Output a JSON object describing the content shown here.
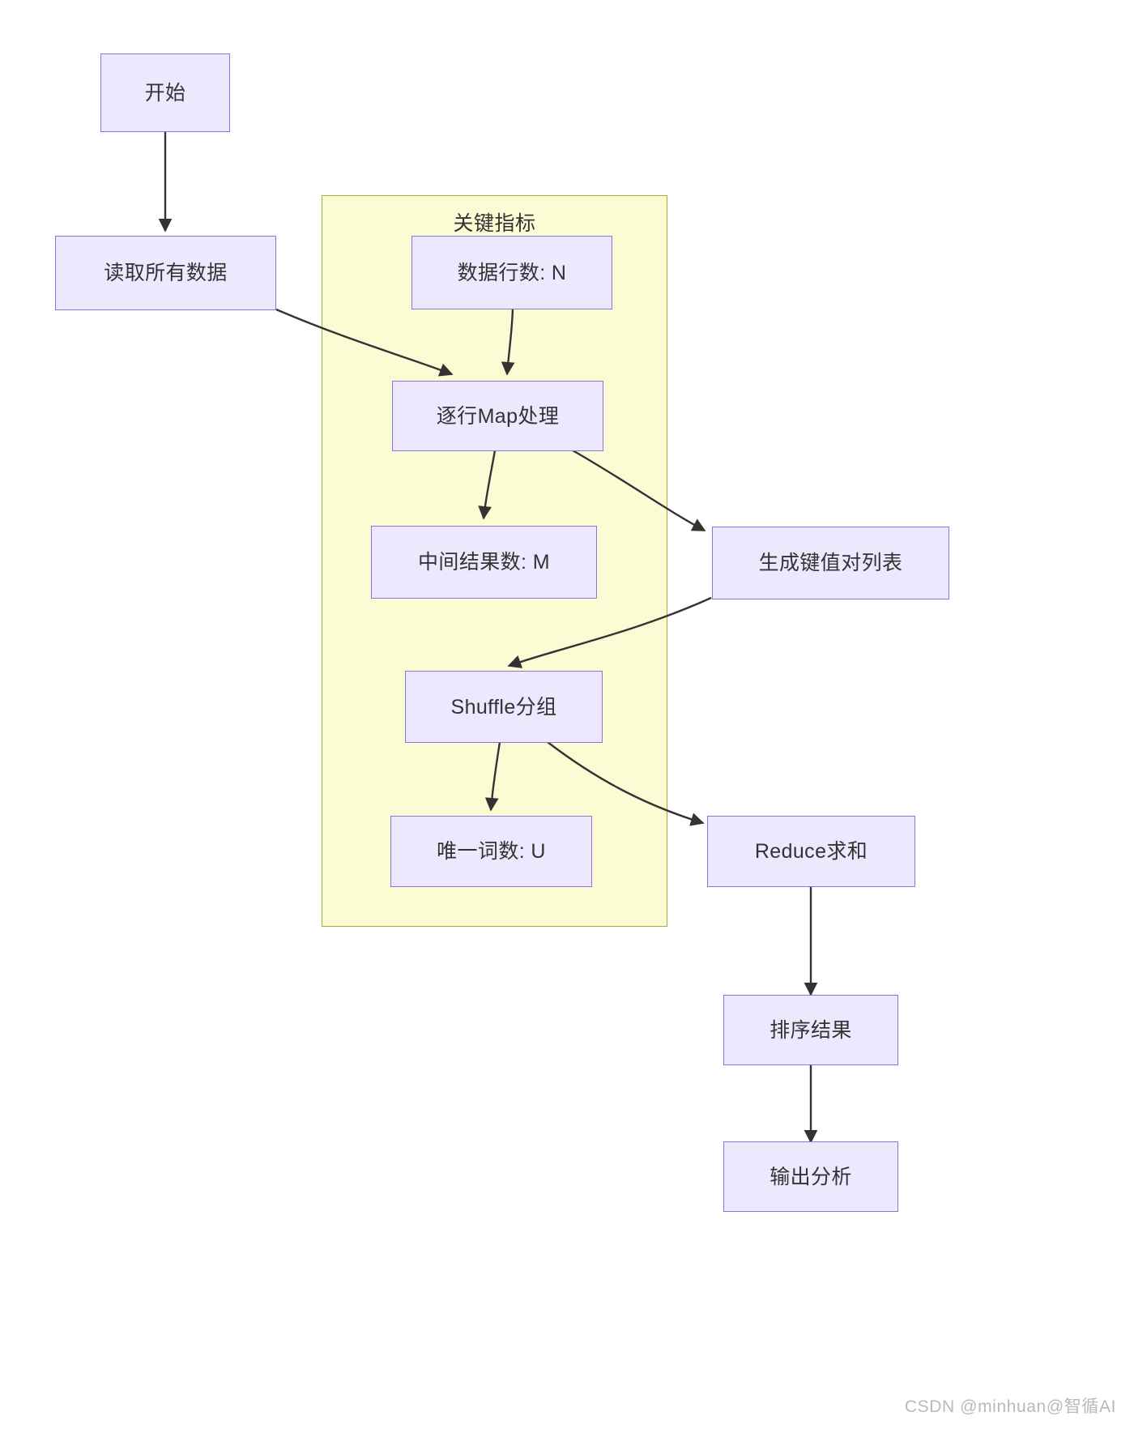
{
  "diagram": {
    "type": "flowchart",
    "direction": "top-down",
    "background": "#ffffff",
    "node_fill": "#ece8fd",
    "node_border": "#9370db",
    "subgraph_fill": "#fcfcd4",
    "subgraph_border": "#aaaa33",
    "edge_color": "#333333",
    "text_color": "#333333"
  },
  "subgraph": {
    "label": "关键指标"
  },
  "nodes": [
    {
      "id": "start",
      "label": "开始"
    },
    {
      "id": "read",
      "label": "读取所有数据"
    },
    {
      "id": "rows",
      "label": "数据行数: N"
    },
    {
      "id": "map",
      "label": "逐行Map处理"
    },
    {
      "id": "mid",
      "label": "中间结果数: M"
    },
    {
      "id": "kvlist",
      "label": "生成键值对列表"
    },
    {
      "id": "shuffle",
      "label": "Shuffle分组"
    },
    {
      "id": "unique",
      "label": "唯一词数: U"
    },
    {
      "id": "reduce",
      "label": "Reduce求和"
    },
    {
      "id": "sort",
      "label": "排序结果"
    },
    {
      "id": "output",
      "label": "输出分析"
    }
  ],
  "edges": [
    {
      "from": "start",
      "to": "read"
    },
    {
      "from": "read",
      "to": "map"
    },
    {
      "from": "rows",
      "to": "map"
    },
    {
      "from": "map",
      "to": "mid"
    },
    {
      "from": "map",
      "to": "kvlist"
    },
    {
      "from": "kvlist",
      "to": "shuffle"
    },
    {
      "from": "shuffle",
      "to": "unique"
    },
    {
      "from": "shuffle",
      "to": "reduce"
    },
    {
      "from": "reduce",
      "to": "sort"
    },
    {
      "from": "sort",
      "to": "output"
    }
  ],
  "watermark": {
    "text": "CSDN @minhuan@智循AI"
  }
}
